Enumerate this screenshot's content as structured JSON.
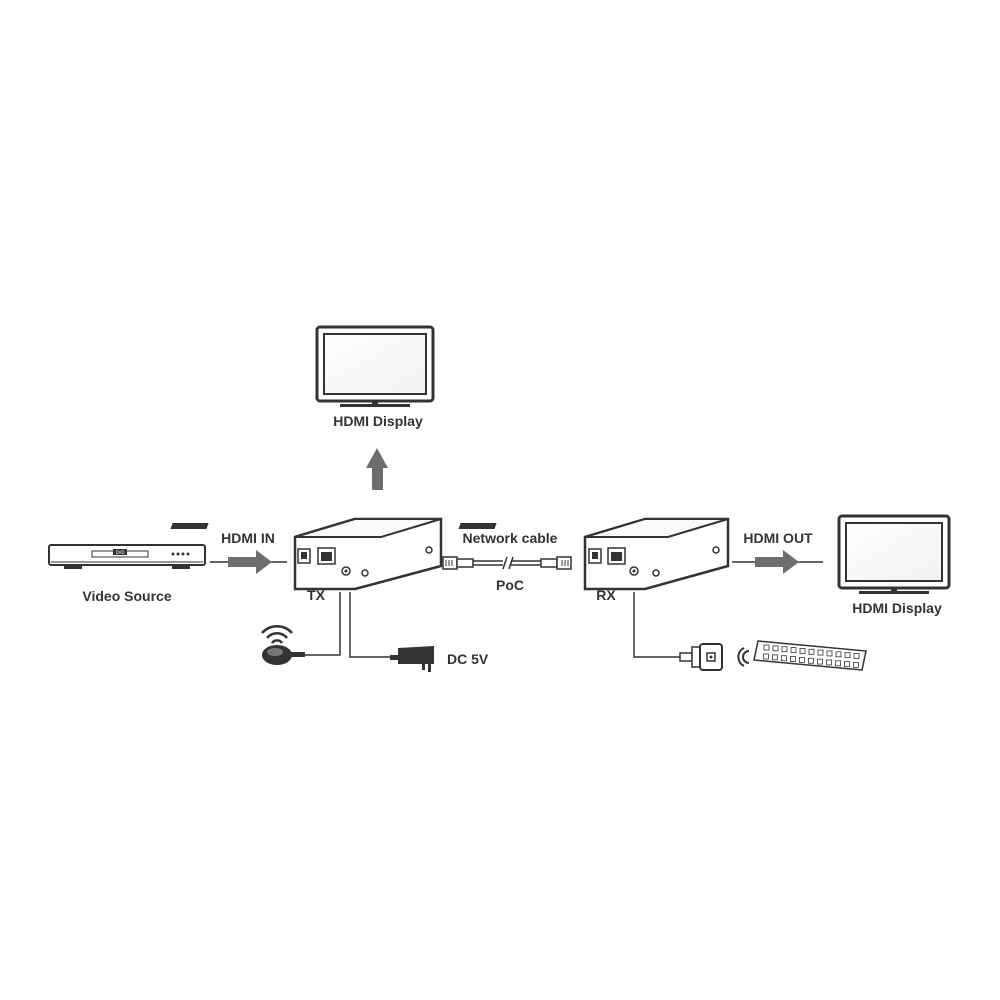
{
  "labels": {
    "hdmi_display_top": "HDMI Display",
    "hdmi_in": "HDMI IN",
    "video_source": "Video Source",
    "network_cable": "Network cable",
    "poc": "PoC",
    "tx": "TX",
    "rx": "RX",
    "hdmi_out": "HDMI OUT",
    "hdmi_display_right": "HDMI Display",
    "dc_5v": "DC 5V",
    "dvd_badge": "DVD"
  },
  "colors": {
    "line": "#333333",
    "arrow": "#6e6e6e",
    "text": "#333333"
  }
}
